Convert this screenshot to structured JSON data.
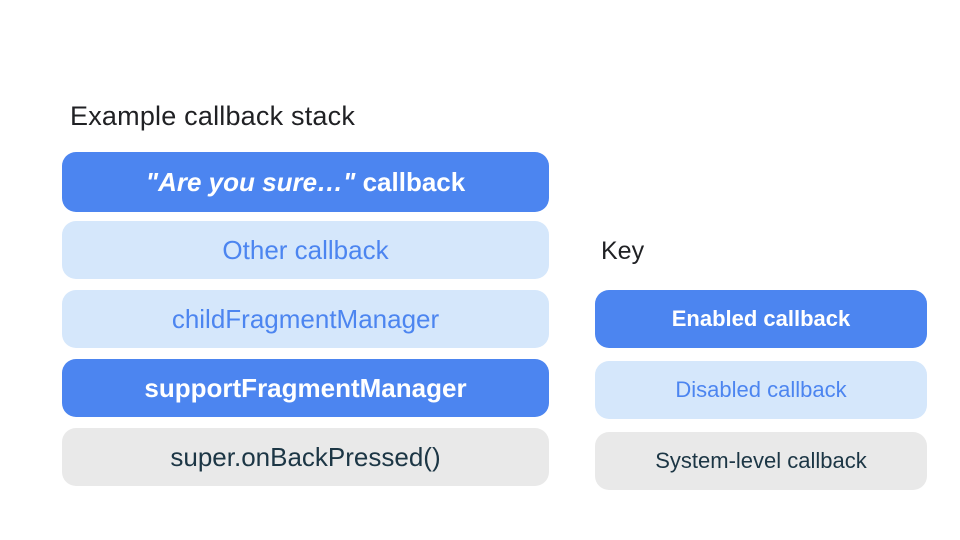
{
  "stack": {
    "title": "Example callback stack",
    "items": [
      {
        "label_quoted": "\"Are you sure…\"",
        "label_rest": " callback",
        "type": "enabled"
      },
      {
        "label": "Other callback",
        "type": "disabled"
      },
      {
        "label": "childFragmentManager",
        "type": "disabled"
      },
      {
        "label": "supportFragmentManager",
        "type": "enabled"
      },
      {
        "label": "super.onBackPressed()",
        "type": "system"
      }
    ]
  },
  "key": {
    "title": "Key",
    "items": [
      {
        "label": "Enabled callback",
        "type": "enabled"
      },
      {
        "label": "Disabled callback",
        "type": "disabled"
      },
      {
        "label": "System-level callback",
        "type": "system"
      }
    ]
  },
  "colors": {
    "enabled_background": "#4c85f0",
    "enabled_text": "#ffffff",
    "disabled_background": "#d5e7fb",
    "disabled_text": "#4c85f0",
    "system_background": "#e9e9e9",
    "system_text": "#1c3645",
    "title_text": "#202124",
    "page_background": "#ffffff"
  }
}
